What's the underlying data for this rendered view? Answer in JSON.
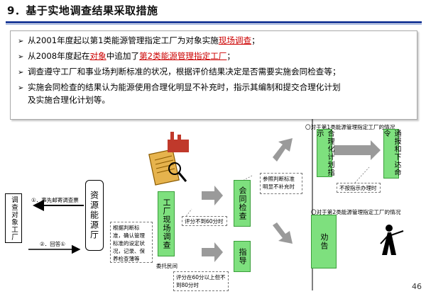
{
  "title": "9．基于实地调查结果采取措施",
  "bullets": [
    {
      "pre": "从2001年度起以第1类能源管理指定工厂为对象实施",
      "hl": "现场调查",
      "post": "；"
    },
    {
      "pre": "从2008年度起在",
      "hl1": "对象",
      "mid": "中追加了",
      "hl2": "第2类能源管理指定工厂",
      "post": "；"
    },
    {
      "text": "调查遵守工厂和事业场判断标准的状况，根据评价结果决定是否需要实施会同检查等；"
    },
    {
      "line1": "实施会同检查的结果认为能源使用合理化明显不补充时，指示其编制和提交合理化计划",
      "line2": "及实施合理化计划等。"
    }
  ],
  "flow": {
    "survey_factory": "调查对象工厂",
    "mail_survey": "①．事先邮寄调查票",
    "reply": "②．回答①",
    "agency": "资源能源厅",
    "judgment_note": "根据判断标准，确认管理标准的设定状况，记录、保养检查薄等",
    "factory_onsite": "工厂现场调查",
    "commission": "委托民间",
    "score_below": "评分不到60分时",
    "score_range": "评分在60分以上但不到80分时",
    "joint_inspection": "会同检查",
    "guidance": "指导",
    "ref_note": "参照判断标准明显不补充时",
    "type1_heading": "〇对于第1类能源管理指定工厂的情况",
    "rationalization": "合理化计划指示",
    "not_followed": "不按指示办理时",
    "notice_order": "通报和下达命令",
    "type2_heading": "〇对于第2类能源管理指定工厂的情况",
    "advice": "劝告"
  },
  "page_number": "46",
  "colors": {
    "green": "#7ee07e",
    "title_rule": "#1f3d99",
    "red_text": "#cc0000"
  }
}
